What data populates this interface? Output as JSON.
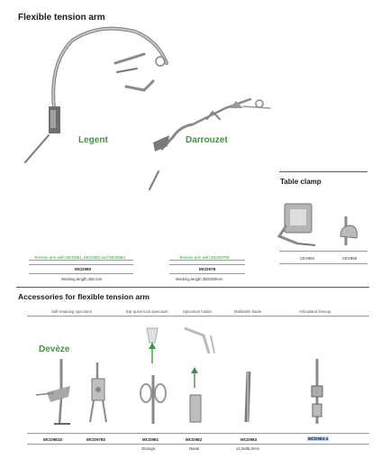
{
  "section1": {
    "title": "Flexible tension arm",
    "legent": "Legent",
    "darrouzet": "Darrouzet",
    "caption_left": "Tension arm with MCD981, MCD982 and MCD983",
    "code_left": "MCD980",
    "length_left": "Working length 450 mm",
    "caption_right": "Tension arm with MCD978S",
    "code_right": "MCD978",
    "length_right": "Working length 250/300mm"
  },
  "table_clamp": {
    "title": "Table clamp",
    "codes": [
      "CEV984",
      "CEV985"
    ]
  },
  "section2": {
    "title": "Accessories for flexible tension arm",
    "categories": [
      "Self-retaining speculum",
      "Ear quick-lock speculum",
      "Speculum holder",
      "Malleable blade",
      "Articulated linecap"
    ],
    "deveze": "Devèze",
    "codes": [
      "MCD981D",
      "MCD978S",
      "MCD981",
      "MCD982",
      "MCD983",
      "MCD983-4"
    ],
    "subs": [
      "Otologic",
      "Nasal",
      "12,0x85,0mm"
    ]
  },
  "colors": {
    "accent_green": "#3a9a3a",
    "highlight": "#b9d4f2",
    "metal": "#9a9a9a"
  }
}
